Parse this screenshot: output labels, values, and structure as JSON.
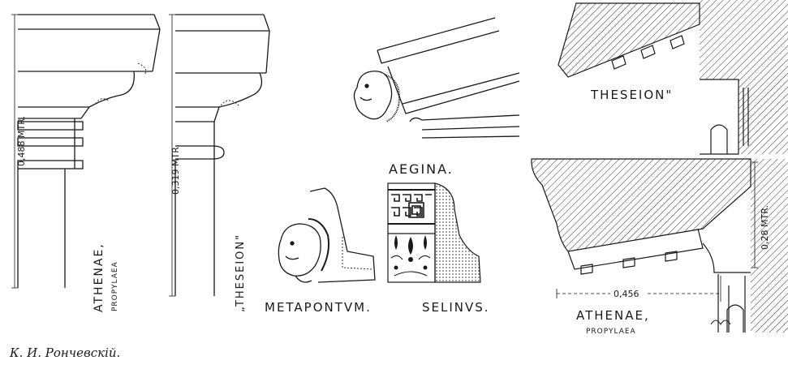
{
  "labels": {
    "athenae_left": "ATHENAE,",
    "propylaea_left": "PROPYLAEA",
    "dim_left": "0,488 MTR.",
    "dim_mid": "0,319 MTR.",
    "theseion_vertical": "„THESEION\"",
    "aegina": "AEGINA.",
    "metapontum": "METAPONTVM.",
    "selinus": "SELINVS.",
    "theseion_right": "THESEION\"",
    "dim_right_vertical": "0,28 MTR.",
    "dim_right_horizontal": "0,456",
    "athenae_right": "ATHENAE,",
    "propylaea_right": "PROPYLAEA"
  },
  "author": "К. И. Рончевскій.",
  "colors": {
    "ink": "#1a1a1a",
    "paper": "#ffffff"
  }
}
